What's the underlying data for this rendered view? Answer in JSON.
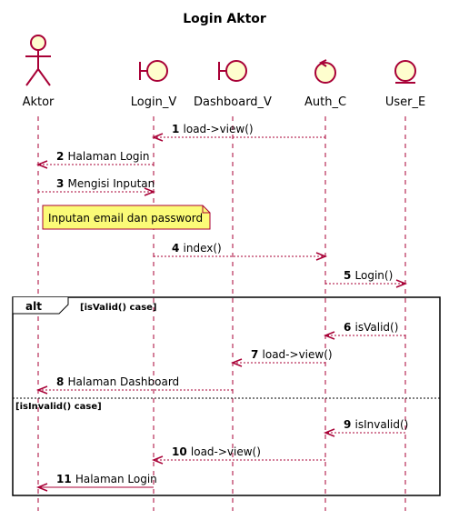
{
  "diagram": {
    "title": "Login Aktor",
    "participants": [
      {
        "id": "aktor",
        "label": "Aktor",
        "kind": "actor-icon"
      },
      {
        "id": "login_v",
        "label": "Login_V",
        "kind": "boundary-icon"
      },
      {
        "id": "dashboard_v",
        "label": "Dashboard_V",
        "kind": "boundary-icon"
      },
      {
        "id": "auth_c",
        "label": "Auth_C",
        "kind": "control-icon"
      },
      {
        "id": "user_e",
        "label": "User_E",
        "kind": "entity-icon"
      }
    ],
    "messages": [
      {
        "num": "1",
        "text": "load->view()",
        "from": "auth_c",
        "to": "login_v",
        "style": "dashed"
      },
      {
        "num": "2",
        "text": "Halaman Login",
        "from": "login_v",
        "to": "aktor",
        "style": "dashed"
      },
      {
        "num": "3",
        "text": "Mengisi Inputan",
        "from": "aktor",
        "to": "login_v",
        "style": "dashed"
      },
      {
        "num": "4",
        "text": "index()",
        "from": "login_v",
        "to": "auth_c",
        "style": "dashed"
      },
      {
        "num": "5",
        "text": "Login()",
        "from": "auth_c",
        "to": "user_e",
        "style": "dashed"
      },
      {
        "num": "6",
        "text": "isValid()",
        "from": "user_e",
        "to": "auth_c",
        "style": "dashed"
      },
      {
        "num": "7",
        "text": "load->view()",
        "from": "auth_c",
        "to": "dashboard_v",
        "style": "dashed"
      },
      {
        "num": "8",
        "text": "Halaman Dashboard",
        "from": "dashboard_v",
        "to": "aktor",
        "style": "dashed"
      },
      {
        "num": "9",
        "text": "isInvalid()",
        "from": "user_e",
        "to": "auth_c",
        "style": "dashed"
      },
      {
        "num": "10",
        "text": "load->view()",
        "from": "auth_c",
        "to": "login_v",
        "style": "dashed"
      },
      {
        "num": "11",
        "text": "Halaman Login",
        "from": "login_v",
        "to": "aktor",
        "style": "solid"
      }
    ],
    "note": {
      "text": "Inputan email dan password"
    },
    "fragment": {
      "operator": "alt",
      "guard1": "[isValid() case]",
      "guard2": "[isInvalid() case]"
    },
    "colors": {
      "line": "#a80036",
      "icon_fill": "#fefece",
      "note_fill": "#fbfb77",
      "frame": "#000000"
    }
  }
}
